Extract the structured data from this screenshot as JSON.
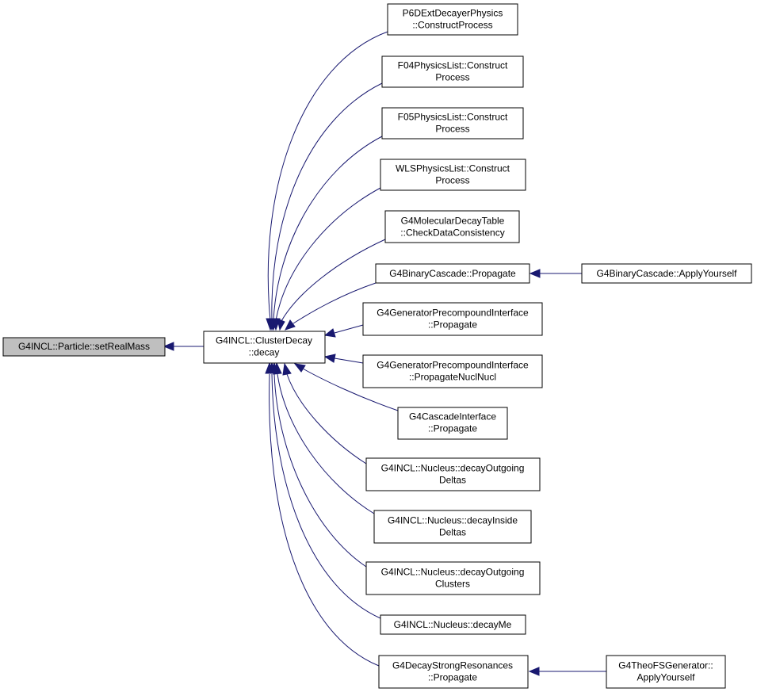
{
  "colors": {
    "edge": "#191970",
    "node_fill": "#ffffff",
    "root_fill": "#bfbfbf",
    "node_border": "#000000"
  },
  "nodes": {
    "setRealMass": [
      "G4INCL::Particle::setRealMass"
    ],
    "clusterDecay": [
      "G4INCL::ClusterDecay",
      "::decay"
    ],
    "p6dext": [
      "P6DExtDecayerPhysics",
      "::ConstructProcess"
    ],
    "f04": [
      "F04PhysicsList::Construct",
      "Process"
    ],
    "f05": [
      "F05PhysicsList::Construct",
      "Process"
    ],
    "wls": [
      "WLSPhysicsList::Construct",
      "Process"
    ],
    "molTable": [
      "G4MolecularDecayTable",
      "::CheckDataConsistency"
    ],
    "binProp": [
      "G4BinaryCascade::Propagate"
    ],
    "binApply": [
      "G4BinaryCascade::ApplyYourself"
    ],
    "genProp": [
      "G4GeneratorPrecompoundInterface",
      "::Propagate"
    ],
    "genPropNN": [
      "G4GeneratorPrecompoundInterface",
      "::PropagateNuclNucl"
    ],
    "cascProp": [
      "G4CascadeInterface",
      "::Propagate"
    ],
    "outDeltas": [
      "G4INCL::Nucleus::decayOutgoing",
      "Deltas"
    ],
    "inDeltas": [
      "G4INCL::Nucleus::decayInside",
      "Deltas"
    ],
    "outClusters": [
      "G4INCL::Nucleus::decayOutgoing",
      "Clusters"
    ],
    "decayMe": [
      "G4INCL::Nucleus::decayMe"
    ],
    "strongRes": [
      "G4DecayStrongResonances",
      "::Propagate"
    ],
    "theoFS": [
      "G4TheoFSGenerator::",
      "ApplyYourself"
    ]
  }
}
